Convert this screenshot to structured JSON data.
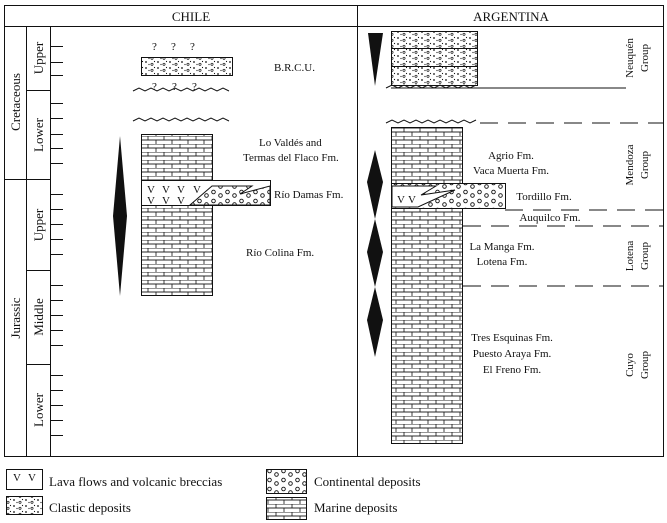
{
  "columns": {
    "chile": "CHILE",
    "argentina": "ARGENTINA"
  },
  "periods": {
    "cretaceous": "Cretaceous",
    "jurassic": "Jurassic"
  },
  "epochs": {
    "cret_upper": "Upper",
    "cret_lower": "Lower",
    "jur_upper": "Upper",
    "jur_middle": "Middle",
    "jur_lower": "Lower"
  },
  "chile_units": {
    "brcu": "B.R.C.U.",
    "lovaldes_1": "Lo Valdés and",
    "lovaldes_2": "Termas del Flaco Fm.",
    "riodamas": "Río Damas Fm.",
    "riocolina": "Río Colina  Fm."
  },
  "argentina_units": {
    "agrio": "Agrio Fm.",
    "vacamuerta": "Vaca Muerta Fm.",
    "tordillo": "Tordillo Fm.",
    "auquilco": "Auquilco Fm.",
    "lamanga": "La Manga Fm.",
    "lotena": "Lotena Fm.",
    "tresesquinas": "Tres Esquinas Fm.",
    "puestoaraya": "Puesto Araya Fm.",
    "elfreno": "El Freno Fm."
  },
  "groups": {
    "neuquen_1": "Neuquén",
    "neuquen_2": "Group",
    "mendoza_1": "Mendoza",
    "mendoza_2": "Group",
    "lotena_1": "Lotena",
    "lotena_2": "Group",
    "cuyo_1": "Cuyo",
    "cuyo_2": "Group"
  },
  "marks": {
    "question": "?",
    "volcanic": "V"
  },
  "legend": {
    "lava": "Lava flows and volcanic breccias",
    "clastic": "Clastic deposits",
    "continental": "Continental deposits",
    "marine": "Marine deposits"
  }
}
